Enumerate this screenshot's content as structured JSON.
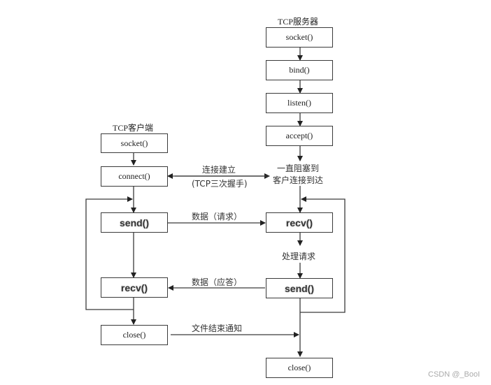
{
  "server": {
    "title": "TCP服务器",
    "boxes": {
      "socket": "socket()",
      "bind": "bind()",
      "listen": "listen()",
      "accept": "accept()",
      "recv": "recv()",
      "send": "send()",
      "close": "close()"
    },
    "block_note_line1": "一直阻塞到",
    "block_note_line2": "客户连接到达",
    "process_note": "处理请求"
  },
  "client": {
    "title": "TCP客户端",
    "boxes": {
      "socket": "socket()",
      "connect": "connect()",
      "send": "send()",
      "recv": "recv()",
      "close": "close()"
    }
  },
  "messages": {
    "handshake_line1": "连接建立",
    "handshake_line2": "(TCP三次握手)",
    "request": "数据（请求）",
    "response": "数据（应答）",
    "eof": "文件结束通知"
  },
  "watermark": "CSDN @_BooI",
  "colors": {
    "line": "#3a3a3a",
    "watermark": "#aaaaaa"
  }
}
